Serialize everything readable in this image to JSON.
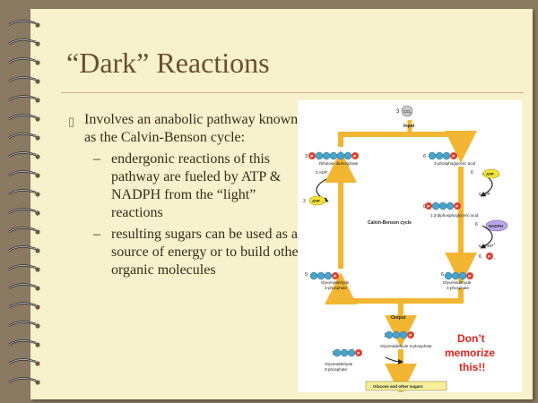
{
  "slide": {
    "title": "“Dark” Reactions",
    "bullet_main": "Involves an anabolic pathway known as the Calvin-Benson cycle:",
    "sub_bullets": [
      "endergonic reactions of this pathway are fueled by ATP & NADPH from the “light” reactions",
      "resulting sugars can be used as a source of energy or to build other organic molecules"
    ],
    "bullet_icon": "book-icon",
    "colors": {
      "background": "#8a7a62",
      "paper": "#f7f1cc",
      "title": "#6b4e2a",
      "arrow": "#f2b632",
      "ball": "#4aa3c9",
      "phosphate": "#d9432f",
      "atp": "#f4e23a",
      "nadph": "#b9a6e8",
      "note": "#e0221c"
    }
  },
  "diagram": {
    "top_count": "3",
    "co2": "CO",
    "co2_sub": "2",
    "input": "Input",
    "left_count": "3",
    "ribulose": "Ribulose diphosphate",
    "right_count": "6",
    "pga": "3-phosphoglyceric acid",
    "atp_count": "6",
    "atp": "ATP",
    "adp": "6 ADP",
    "diphos_count": "6",
    "diphos": "1,3-diphosphoglyceric acid",
    "cycle": "Calvin-Benson cycle",
    "nadph_count": "6",
    "nadph": "NADPH",
    "nadp": "6 NADP",
    "nadp_sup": "+",
    "pi_count": "6",
    "pi": "P",
    "pi_sub": "i",
    "adp3": "3 ADP",
    "atp3_count": "3",
    "atp3": "ATP",
    "left_bottom_count": "5",
    "left_bottom": [
      "Glyceraldehyde",
      "3-phosphate"
    ],
    "right_bottom_count": "6",
    "right_bottom": [
      "Glyceraldehyde",
      "3-phosphate"
    ],
    "output": "Output",
    "out_count": "1",
    "out_label": "Glyceraldehyde 3-phosphate",
    "out2_count": "1",
    "out2_label": [
      "Glyceraldehyde",
      "3-phosphate"
    ],
    "final": "Glucose and other sugars",
    "phosphate_letter": "P",
    "note": [
      "Don’t",
      "memorize",
      "this!!"
    ]
  }
}
